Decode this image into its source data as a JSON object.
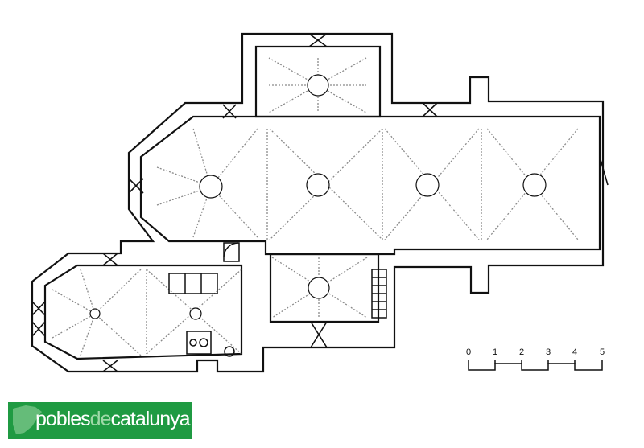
{
  "scale_bar": {
    "labels": [
      "0",
      "1",
      "2",
      "3",
      "4",
      "5"
    ]
  },
  "logo": {
    "part1": "pobles",
    "part2": "de",
    "part3": "catalunya",
    "background_color": "#1f9a42",
    "accent_color": "#9fd9a8"
  },
  "colors": {
    "wall": "#111111",
    "vault_rib": "#8a8a8a",
    "background": "#ffffff"
  }
}
